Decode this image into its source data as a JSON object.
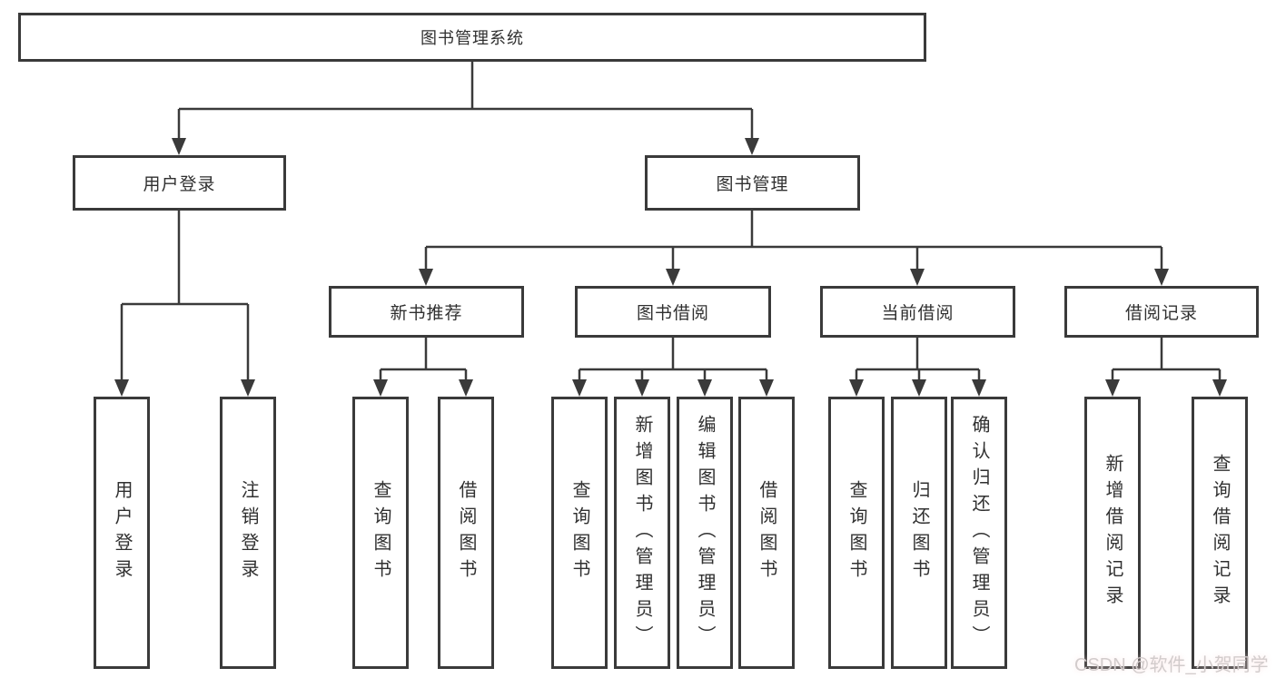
{
  "nodes": {
    "root": "图书管理系统",
    "user_login": "用户登录",
    "book_mgmt": "图书管理",
    "new_book_rec": "新书推荐",
    "book_borrow": "图书借阅",
    "current_borrow": "当前借阅",
    "borrow_records": "借阅记录",
    "leaf_user_login": "用户登录",
    "leaf_logout": "注销登录",
    "rec_query_books": "查询图书",
    "rec_borrow_books": "借阅图书",
    "borrow_query_books": "查询图书",
    "borrow_add_books": "新增图书（管理员）",
    "borrow_edit_books": "编辑图书（管理员）",
    "borrow_borrow_books": "借阅图书",
    "current_query_books": "查询图书",
    "current_return_books": "归还图书",
    "current_confirm_return": "确认归还（管理员）",
    "records_add_record": "新增借阅记录",
    "records_query_record": "查询借阅记录"
  },
  "watermark": {
    "text": "CSDN @软件_小贺同学",
    "color": "#d2cccc"
  },
  "colors": {
    "line": "#3a3a3a",
    "box_border": "#3a3a3a",
    "box_background": "#ffffff",
    "text": "#303030",
    "page_background": "#ffffff"
  }
}
